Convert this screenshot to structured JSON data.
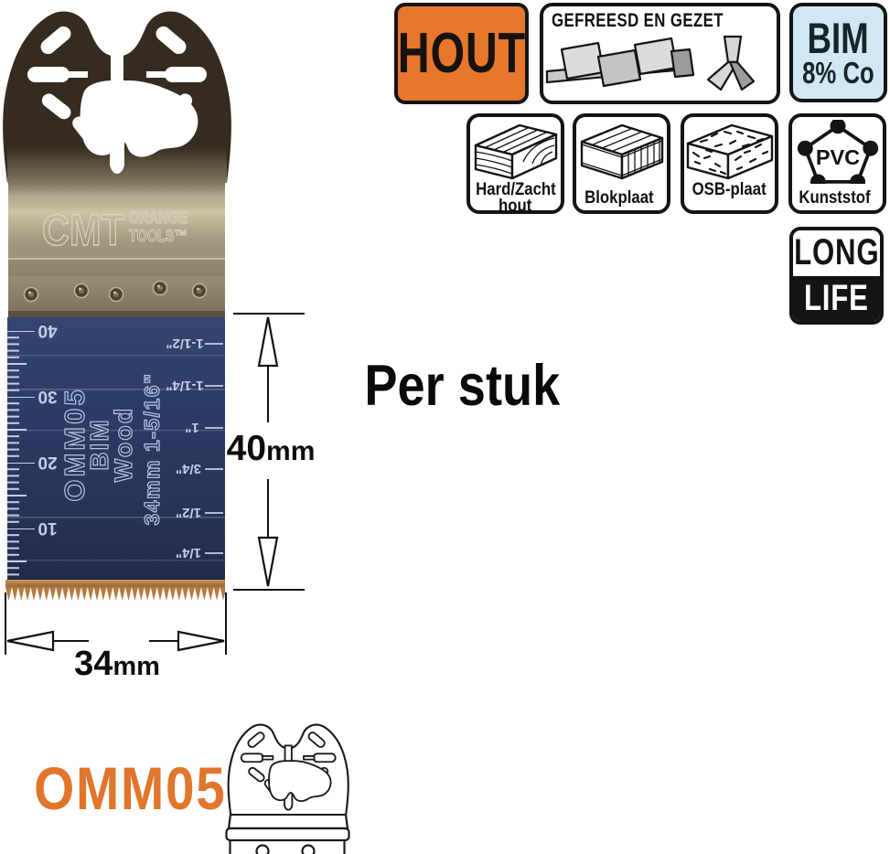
{
  "product": {
    "code": "OMM05",
    "per_unit_text": "Per stuk"
  },
  "blade": {
    "brand": {
      "name": "CMT",
      "line1": "ORANGE",
      "line2": "TOOLS™"
    },
    "etch": {
      "model": "OMM05",
      "material": "BIM",
      "application": "Wood",
      "size": "34mm 1-5/16\""
    },
    "ruler_mm": [
      "40",
      "30",
      "20",
      "10"
    ],
    "ruler_inch": [
      "1-1/2\"",
      "1-1/4\"",
      "1\"",
      "3/4\"",
      "1/2\"",
      "1/4\""
    ],
    "colors": {
      "body_navy": "#2d3c68",
      "teeth_bronze": "#b5793f",
      "steel": "#9c9179",
      "mount_dark": "#362b20"
    }
  },
  "dimensions": {
    "height": {
      "value": "40",
      "unit": "mm"
    },
    "width": {
      "value": "34",
      "unit": "mm"
    }
  },
  "badges": {
    "hout": {
      "label": "HOUT",
      "bg": "#e8772e"
    },
    "gefreesd": {
      "label": "GEFREESD EN GEZET"
    },
    "bim": {
      "line1": "BIM",
      "line2": "8% Co",
      "bg": "#cfe8f2"
    },
    "long_life": {
      "line1": "LONG",
      "line2": "LIFE"
    },
    "materials": [
      {
        "label_line1": "Hard/Zacht",
        "label_line2": "hout"
      },
      {
        "label_line1": "Blokplaat",
        "label_line2": ""
      },
      {
        "label_line1": "OSB-plaat",
        "label_line2": ""
      },
      {
        "label_line1": "Kunststof",
        "label_line2": "",
        "badge_text": "PVC"
      }
    ]
  }
}
